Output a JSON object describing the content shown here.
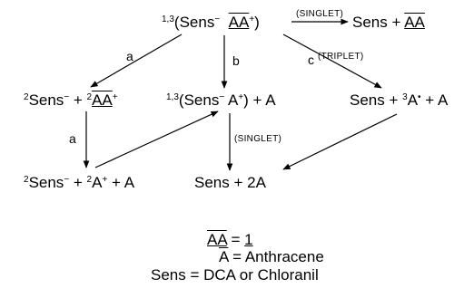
{
  "scheme": {
    "top_left": {
      "pre_sup": "1,3",
      "open": "(",
      "sens": "Sens",
      "minus": "−",
      "aa": "AA",
      "plus": "+",
      "close": ")"
    },
    "top_right": {
      "sens": "Sens",
      "plus": " + ",
      "aa": "AA"
    },
    "mid_left": {
      "pre_sup": "2",
      "sens": "Sens",
      "minus": "−",
      "plus": " + ",
      "pre_sup2": "2",
      "aa": "AA",
      "aa_plus": "+"
    },
    "mid_center": {
      "pre_sup": "1,3",
      "open": "(",
      "sens": "Sens",
      "minus": "−",
      "a": " A",
      "a_plus": "+",
      "close": ")",
      "tail": " + A"
    },
    "mid_right": {
      "sens": "Sens + ",
      "pre_sup": "3",
      "a": "A",
      "a_dot": "•",
      "tail": " + A"
    },
    "bot_left": {
      "pre_sup": "2",
      "sens": "Sens",
      "minus": "−",
      "plus": " + ",
      "pre_sup2": "2",
      "a": "A",
      "a_plus": "+",
      "tail": " + A"
    },
    "bot_center": {
      "text": "Sens + 2A"
    },
    "arrows": {
      "a_upper": "a",
      "b": "b",
      "c": "c",
      "a_lower": "a",
      "singlet_top": "(SINGLET)",
      "triplet": "(TRIPLET)",
      "singlet_mid": "(SINGLET)"
    }
  },
  "legend": {
    "line1_left": "AA",
    "line1_eq": " = ",
    "line1_right": "1",
    "line2_left": "A",
    "line2_right": " = Anthracene",
    "line3": "Sens = DCA or Chloranil"
  }
}
